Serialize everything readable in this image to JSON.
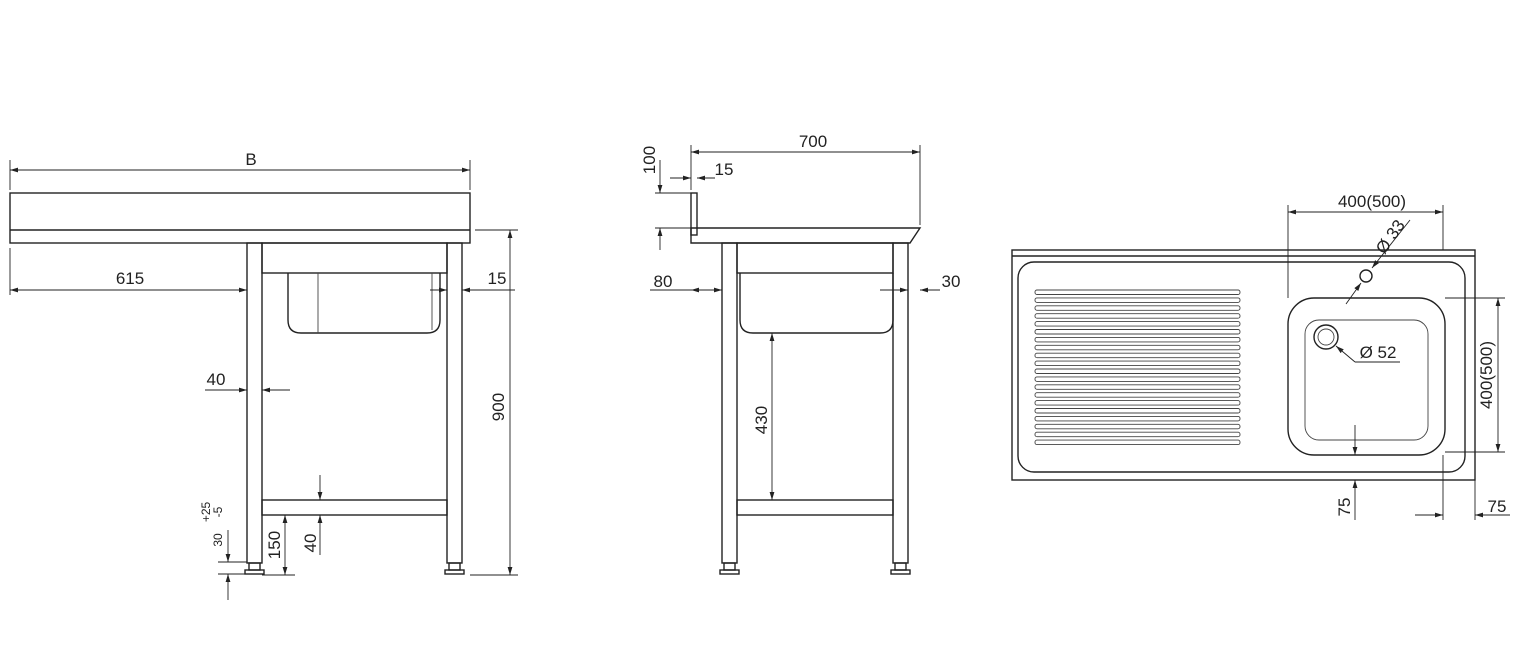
{
  "front_view": {
    "width_label": "B",
    "offset_label": "615",
    "side_gap_label": "15",
    "height_label": "900",
    "leg_label": "40",
    "shelf_height_label": "150",
    "shelf_thickness_label": "40",
    "foot_adjust_label": "30",
    "foot_adjust_plus": "+25",
    "foot_adjust_minus": "-5"
  },
  "side_view": {
    "depth_label": "700",
    "upstand_height_label": "100",
    "upstand_thickness_label": "15",
    "front_offset_label": "80",
    "back_offset_label": "30",
    "bowl_clearance_label": "430"
  },
  "top_view": {
    "bowl_width_label": "400(500)",
    "tap_hole_label": "Ø 33",
    "drain_label": "Ø 52",
    "bowl_depth_label": "400(500)",
    "bowl_front_margin_label": "75",
    "bowl_side_margin_label": "75"
  },
  "colors": {
    "line": "#222222",
    "background": "#ffffff"
  }
}
